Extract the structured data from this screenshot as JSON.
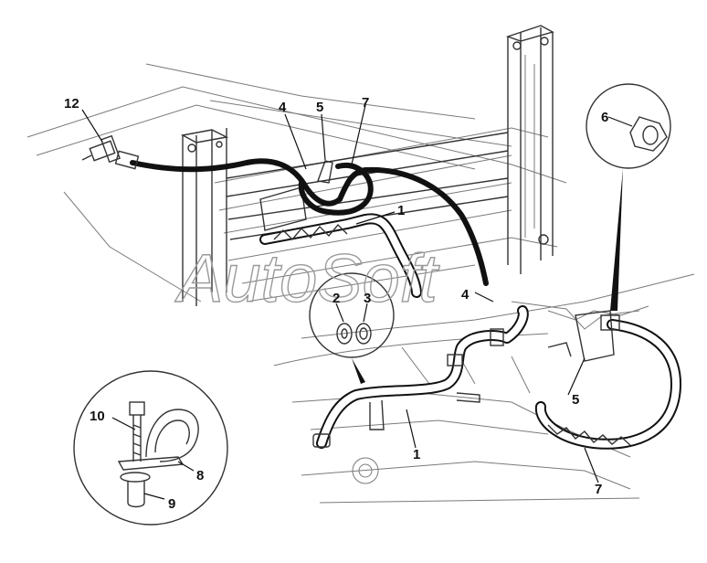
{
  "callouts": {
    "c1_upper": "1",
    "c1_lower": "1",
    "c2": "2",
    "c3": "3",
    "c4_upper": "4",
    "c4_lower": "4",
    "c5_upper": "5",
    "c5_lower": "5",
    "c6": "6",
    "c7_upper": "7",
    "c7_lower": "7",
    "c8": "8",
    "c9": "9",
    "c10": "10",
    "c12": "12"
  },
  "watermark": "AutoSoft",
  "colors": {
    "line": "#111111",
    "frame": "#7a7a7a",
    "watermark": "#9a9a9a"
  }
}
